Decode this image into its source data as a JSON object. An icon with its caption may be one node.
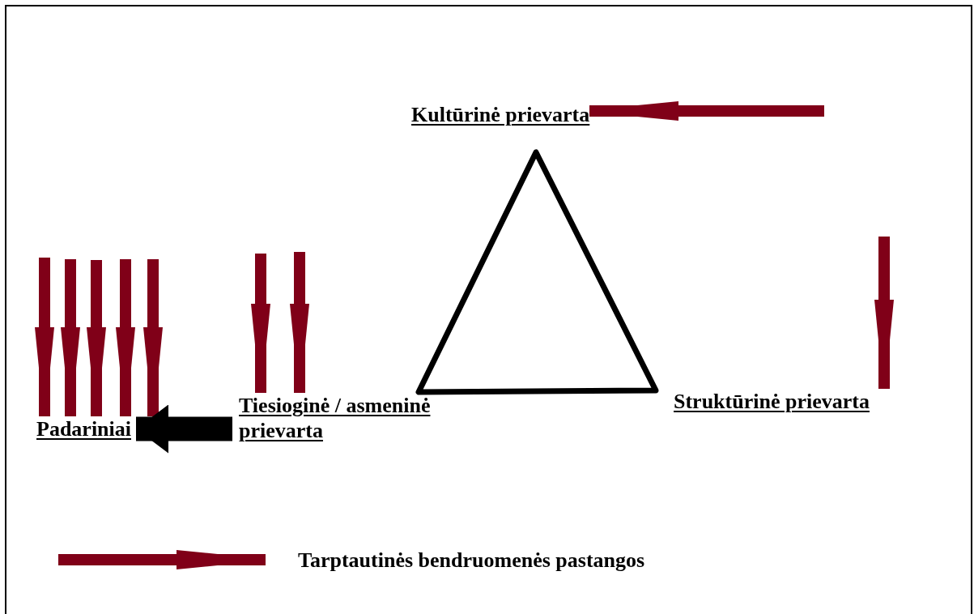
{
  "diagram": {
    "nodes": [
      {
        "text": [
          "Kultūrinė prievarta"
        ]
      },
      {
        "text": [
          "Struktūrinė prievarta"
        ]
      },
      {
        "text": [
          "Tiesioginė / asmeninė prievarta"
        ]
      },
      {
        "text": [
          "Padariniai"
        ]
      }
    ],
    "edges": [
      {
        "from": null,
        "to": 0,
        "arrow": "to"
      },
      {
        "from": null,
        "to": 1,
        "arrow": "to"
      },
      {
        "from": null,
        "to": 2,
        "arrow": "to"
      },
      {
        "from": null,
        "to": 2,
        "arrow": "to"
      },
      {
        "from": null,
        "to": 3,
        "arrow": "to"
      },
      {
        "from": null,
        "to": 3,
        "arrow": "to"
      },
      {
        "from": null,
        "to": 3,
        "arrow": "to"
      },
      {
        "from": null,
        "to": 3,
        "arrow": "to"
      },
      {
        "from": null,
        "to": 3,
        "arrow": "to"
      },
      {
        "from": 2,
        "to": 3,
        "arrow": "to",
        "style": "thick",
        "color": "#000000"
      }
    ],
    "legend": [
      {
        "text": "Tarptautinės bendruomenės pastangos"
      }
    ]
  }
}
